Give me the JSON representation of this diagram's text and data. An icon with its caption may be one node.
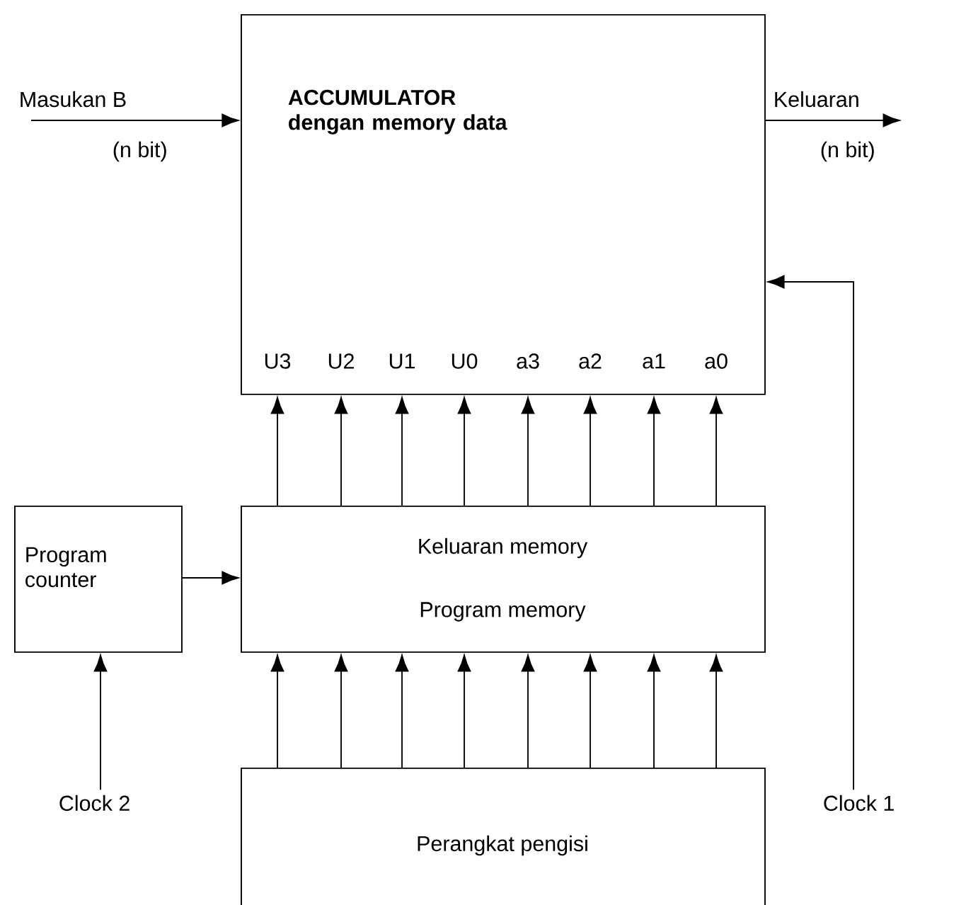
{
  "diagram": {
    "nodes": [
      {
        "text": [
          "Masukan B"
        ],
        "beside": [
          "(n bit)"
        ]
      },
      {
        "text": [
          "ACCUMULATOR dengan memory data"
        ]
      },
      {
        "text": [
          "U3"
        ],
        "in": 1
      },
      {
        "text": [
          "U2"
        ],
        "in": 1
      },
      {
        "text": [
          "U1"
        ],
        "in": 1
      },
      {
        "text": [
          "U0"
        ],
        "in": 1
      },
      {
        "text": [
          "a3"
        ],
        "in": 1
      },
      {
        "text": [
          "a2"
        ],
        "in": 1
      },
      {
        "text": [
          "a1"
        ],
        "in": 1
      },
      {
        "text": [
          "a0"
        ],
        "in": 1
      },
      {
        "text": [
          "Keluaran"
        ],
        "beside": [
          "(n bit)"
        ]
      },
      {
        "text": [
          "Program counter"
        ]
      },
      {
        "text": [
          "Keluaran memory",
          "Program memory"
        ]
      },
      {
        "text": [
          "Clock 2"
        ]
      },
      {
        "text": [
          "Perangkat pengisi"
        ]
      },
      {
        "text": [
          "Clock 1"
        ]
      }
    ],
    "edges": [
      {
        "from": 0,
        "to": 1,
        "arrow": "to"
      },
      {
        "from": 1,
        "to": 10,
        "arrow": "to"
      },
      {
        "from": 12,
        "to": 2,
        "arrow": "to"
      },
      {
        "from": 12,
        "to": 3,
        "arrow": "to"
      },
      {
        "from": 12,
        "to": 4,
        "arrow": "to"
      },
      {
        "from": 12,
        "to": 5,
        "arrow": "to"
      },
      {
        "from": 12,
        "to": 6,
        "arrow": "to"
      },
      {
        "from": 12,
        "to": 7,
        "arrow": "to"
      },
      {
        "from": 12,
        "to": 8,
        "arrow": "to"
      },
      {
        "from": 12,
        "to": 9,
        "arrow": "to"
      },
      {
        "from": 11,
        "to": 12,
        "arrow": "to"
      },
      {
        "from": 14,
        "to": 12,
        "arrow": "to"
      },
      {
        "from": 14,
        "to": 12,
        "arrow": "to"
      },
      {
        "from": 14,
        "to": 12,
        "arrow": "to"
      },
      {
        "from": 14,
        "to": 12,
        "arrow": "to"
      },
      {
        "from": 14,
        "to": 12,
        "arrow": "to"
      },
      {
        "from": 14,
        "to": 12,
        "arrow": "to"
      },
      {
        "from": 14,
        "to": 12,
        "arrow": "to"
      },
      {
        "from": 14,
        "to": 12,
        "arrow": "to"
      },
      {
        "from": 13,
        "to": 11,
        "arrow": "to"
      },
      {
        "from": 15,
        "to": 1,
        "arrow": "to"
      }
    ]
  }
}
